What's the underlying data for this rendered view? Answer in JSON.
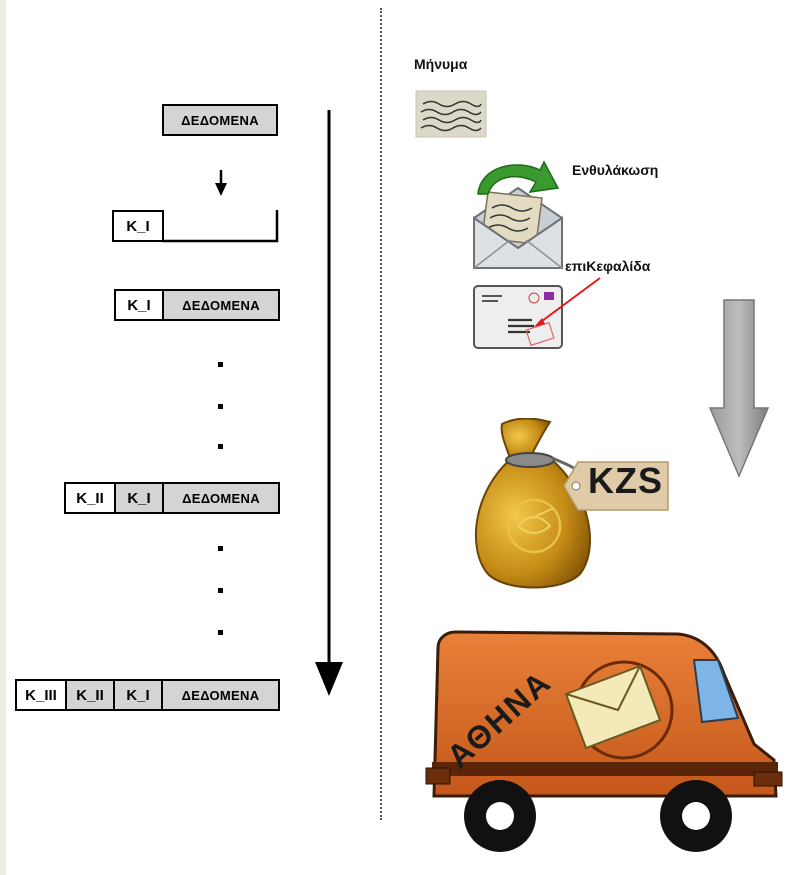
{
  "stack": {
    "data_label": "ΔΕΔΟΜΕΝΑ",
    "header_1": "K_I",
    "header_2": "K_II",
    "header_3": "K_III"
  },
  "right_panel": {
    "message_label": "Μήνυμα",
    "encapsulation_label": "Ενθυλάκωση",
    "header_label": "επιΚεφαλίδα",
    "bag_tag": "KZS",
    "truck_text": "ΑΘΗΝΑ"
  },
  "colors": {
    "box_fill": "#d4d4d4",
    "arrow_gray": "#8c8c8c",
    "truck_orange": "#d9661f",
    "bag_gold": "#c48a15",
    "tag_beige": "#e0cba8",
    "accent_red": "#e01b1b",
    "envelope_arrow_green": "#3a9a2e"
  }
}
